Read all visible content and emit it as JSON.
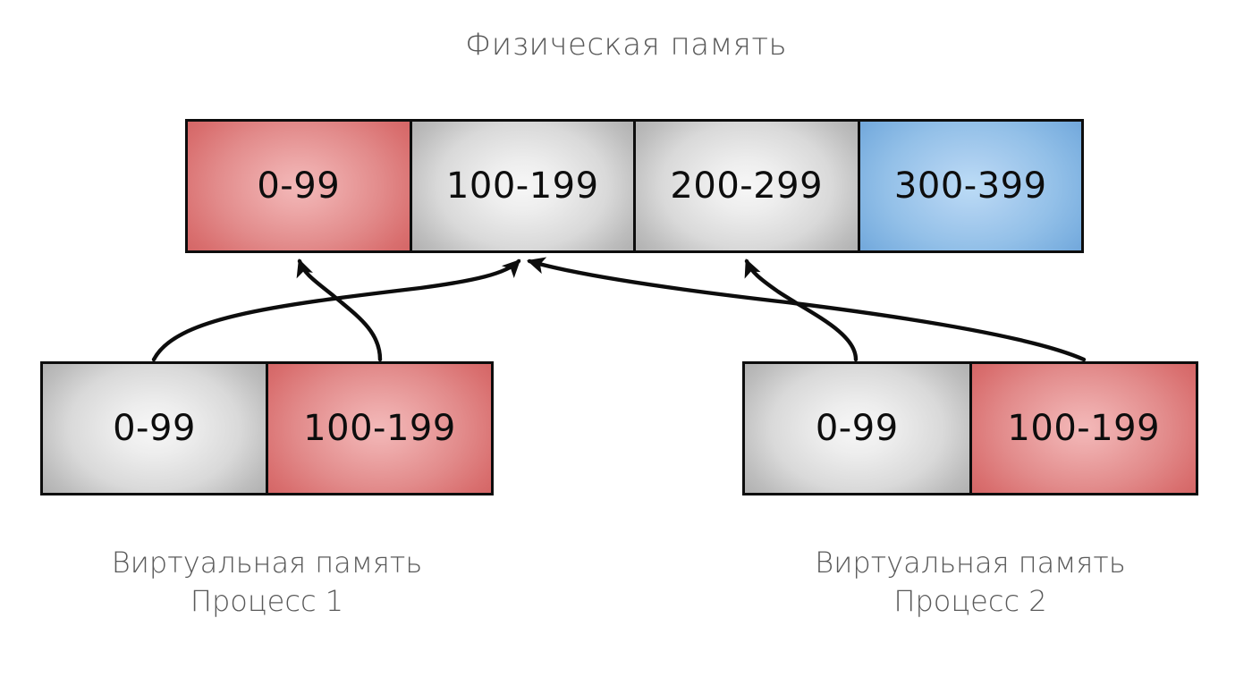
{
  "physical_memory": {
    "title": "Физическая память",
    "cells": [
      {
        "label": "0-99",
        "color": "#e08080",
        "kind": "red"
      },
      {
        "label": "100-199",
        "color": "#d9d9d9",
        "kind": "grey"
      },
      {
        "label": "200-299",
        "color": "#d9d9d9",
        "kind": "grey"
      },
      {
        "label": "300-399",
        "color": "#8fc0e8",
        "kind": "blue"
      }
    ]
  },
  "processes": [
    {
      "caption_line1": "Виртуальная память",
      "caption_line2": "Процесс 1",
      "cells": [
        {
          "label": "0-99",
          "color": "#d9d9d9",
          "kind": "grey"
        },
        {
          "label": "100-199",
          "color": "#e08080",
          "kind": "red"
        }
      ]
    },
    {
      "caption_line1": "Виртуальная память",
      "caption_line2": "Процесс 2",
      "cells": [
        {
          "label": "0-99",
          "color": "#d9d9d9",
          "kind": "grey"
        },
        {
          "label": "100-199",
          "color": "#e08080",
          "kind": "red"
        }
      ]
    }
  ],
  "mappings": [
    {
      "from": "process-1 / 0-99",
      "to": "physical / 100-199"
    },
    {
      "from": "process-1 / 100-199",
      "to": "physical / 0-99"
    },
    {
      "from": "process-2 / 0-99",
      "to": "physical / 200-299"
    },
    {
      "from": "process-2 / 100-199",
      "to": "physical / 100-199"
    }
  ],
  "colors": {
    "text": "#0d0d0d",
    "caption_text": "#595959",
    "stroke": "#0d0d0d",
    "background": "#ffffff"
  }
}
